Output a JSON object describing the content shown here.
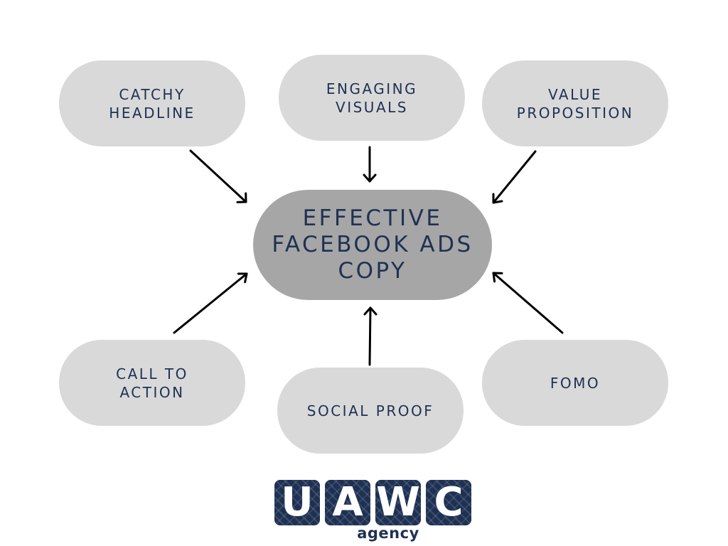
{
  "diagram": {
    "center": "EFFECTIVE\nFACEBOOK ADS\nCOPY",
    "nodes": {
      "catchy_headline": "CATCHY\nHEADLINE",
      "engaging_visuals": "ENGAGING\nVISUALS",
      "value_proposition": "VALUE\nPROPOSITION",
      "call_to_action": "CALL TO\nACTION",
      "social_proof": "SOCIAL PROOF",
      "fomo": "FOMO"
    },
    "edges": [
      {
        "from": "catchy_headline",
        "to": "center"
      },
      {
        "from": "engaging_visuals",
        "to": "center"
      },
      {
        "from": "value_proposition",
        "to": "center"
      },
      {
        "from": "call_to_action",
        "to": "center"
      },
      {
        "from": "social_proof",
        "to": "center"
      },
      {
        "from": "fomo",
        "to": "center"
      }
    ]
  },
  "logo": {
    "letters": [
      "U",
      "A",
      "W",
      "C"
    ],
    "subtitle": "agency"
  },
  "colors": {
    "text": "#1f3153",
    "node_fill": "#d9d9d9",
    "center_fill": "#a6a6a6",
    "arrow": "#000000",
    "logo": "#1f3153"
  }
}
